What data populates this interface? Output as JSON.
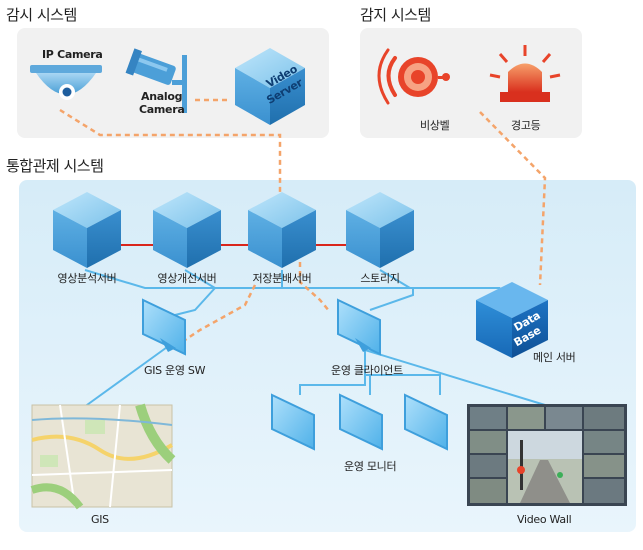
{
  "sections": {
    "surveillance": "감시 시스템",
    "detection": "감지 시스템",
    "integrated": "통합관제 시스템"
  },
  "devices": {
    "ip_camera": "IP Camera",
    "analog_camera_line1": "Analog",
    "analog_camera_line2": "Camera",
    "video_server_line1": "Video",
    "video_server_line2": "Server",
    "alarm_bell": "비상벨",
    "warning_light": "경고등"
  },
  "servers": [
    "영상분석서버",
    "영상개선서버",
    "저장분배서버",
    "스토리지"
  ],
  "database": {
    "cube_line1": "Data",
    "cube_line2": "Base",
    "label": "메인 서버"
  },
  "clients": {
    "gis_sw": "GIS 운영 SW",
    "client": "운영 클라이언트",
    "monitors": "운영 모니터",
    "gis": "GIS",
    "video_wall": "Video Wall"
  },
  "colors": {
    "cube_light": "#7ec3ea",
    "cube_mid": "#3f9bd6",
    "cube_dark": "#2377b8",
    "dashed_link": "#f4a46a",
    "network_line": "#5bb8ea",
    "server_bus": "#d9261c",
    "panel_gray": "#f1f1f1",
    "panel_blue": "#e3f1fa",
    "alarm_red": "#e8442a"
  }
}
